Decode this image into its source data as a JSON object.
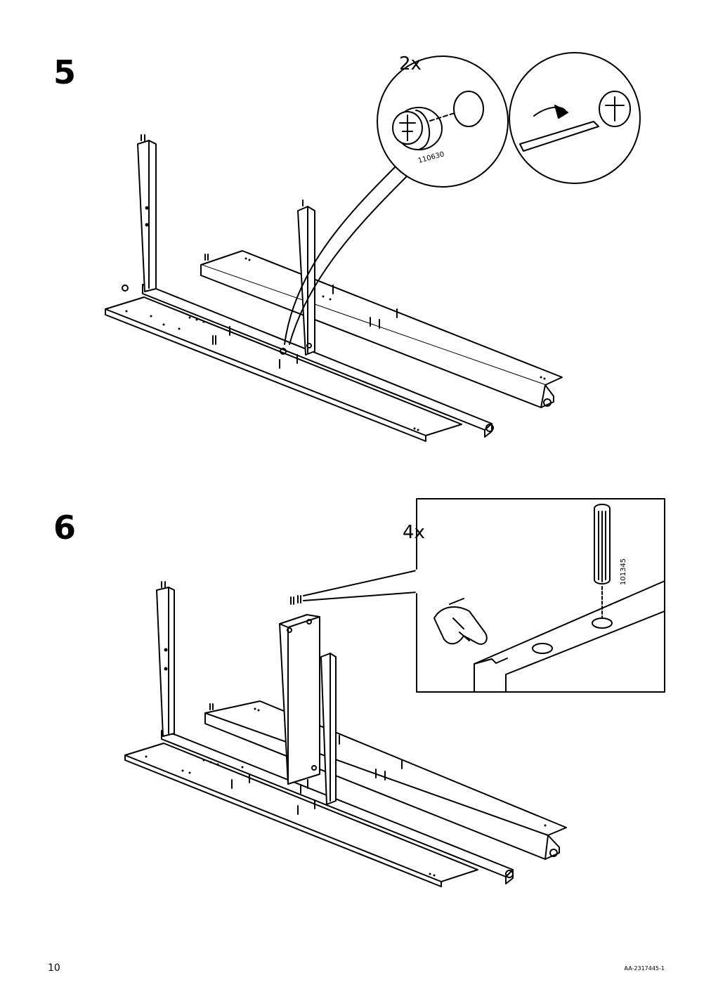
{
  "steps": [
    {
      "number": "5",
      "quantity": "2x",
      "part_number": "110630"
    },
    {
      "number": "6",
      "quantity": "4x",
      "part_number": "101345"
    }
  ],
  "footer": {
    "page_number": "10",
    "document_id": "AA-2317445-1"
  }
}
